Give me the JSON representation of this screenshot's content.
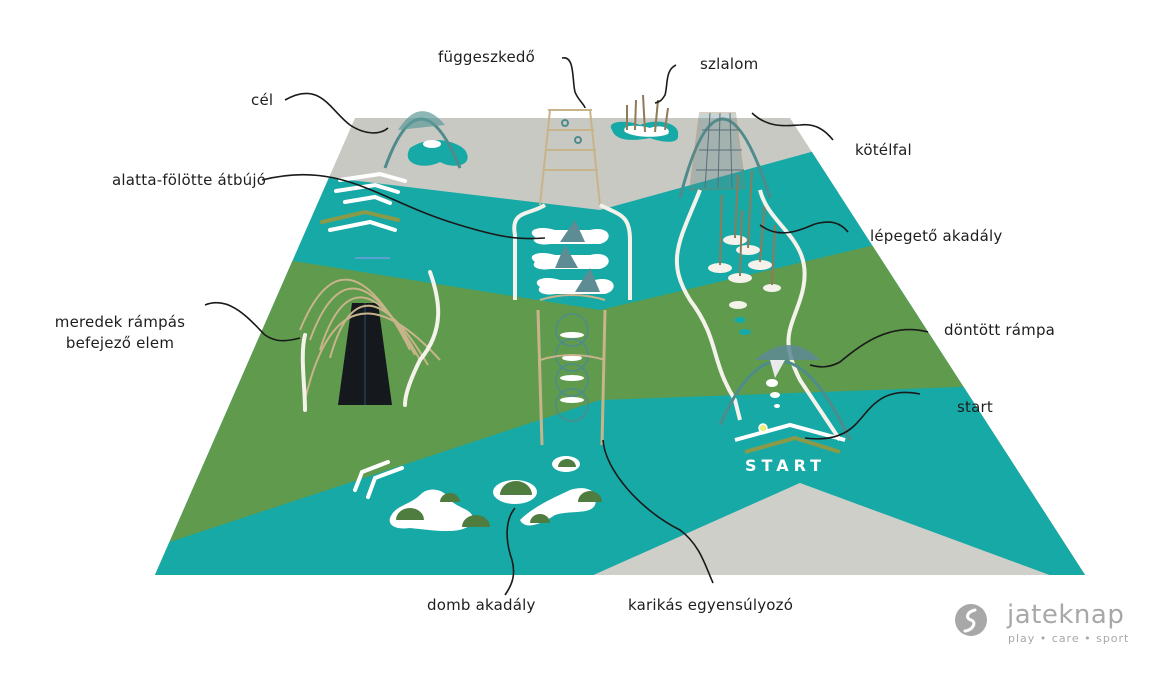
{
  "diagram": {
    "subject": "Playground obstacle course layout",
    "colors": {
      "gray": "#c9c9c4",
      "gray_light": "#d1d1cc",
      "teal": "#17a9a6",
      "green": "#5f9a4d",
      "white_path": "#f4f2ea",
      "dark_ramp": "#15191e",
      "wood": "#c8b48a",
      "arch": "#4e8c8c",
      "leader": "#1a1a1a",
      "logo_gray": "#a8a8a8"
    },
    "floor_text": "START",
    "labels": [
      {
        "id": "cel",
        "text": "cél"
      },
      {
        "id": "fuggeszkedo",
        "text": "függeszkedő"
      },
      {
        "id": "szlalom",
        "text": "szlalom"
      },
      {
        "id": "kotelfal",
        "text": "kötélfal"
      },
      {
        "id": "alatta",
        "text": "alatta-fölötte átbújó"
      },
      {
        "id": "lepegeto",
        "text": "lépegető akadály"
      },
      {
        "id": "meredek",
        "text": "meredek rámpás befejező elem"
      },
      {
        "id": "dontott",
        "text": "döntött rámpa"
      },
      {
        "id": "start",
        "text": "start"
      },
      {
        "id": "domb",
        "text": "domb akadály"
      },
      {
        "id": "karikas",
        "text": "karikás egyensúlyozó"
      }
    ]
  },
  "logo": {
    "brand": "jateknap",
    "tagline": "play • care • sport"
  }
}
